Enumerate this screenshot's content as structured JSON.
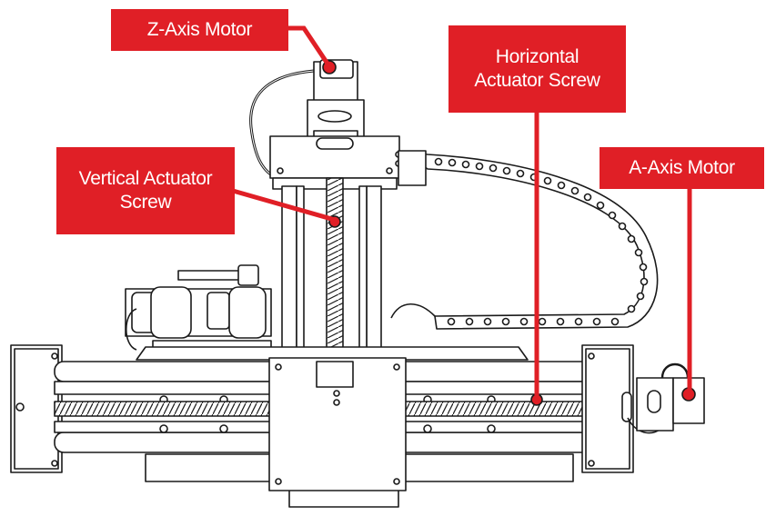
{
  "colors": {
    "accent": "#e01f26",
    "line": "#1a1a1a",
    "fill": "#ffffff",
    "shade": "#f2f2f2"
  },
  "labels": {
    "z_axis_motor": "Z-Axis Motor",
    "horizontal_screw": [
      "Horizontal",
      "Actuator Screw"
    ],
    "vertical_screw": [
      "Vertical Actuator",
      "Screw"
    ],
    "a_axis_motor": "A-Axis Motor"
  }
}
